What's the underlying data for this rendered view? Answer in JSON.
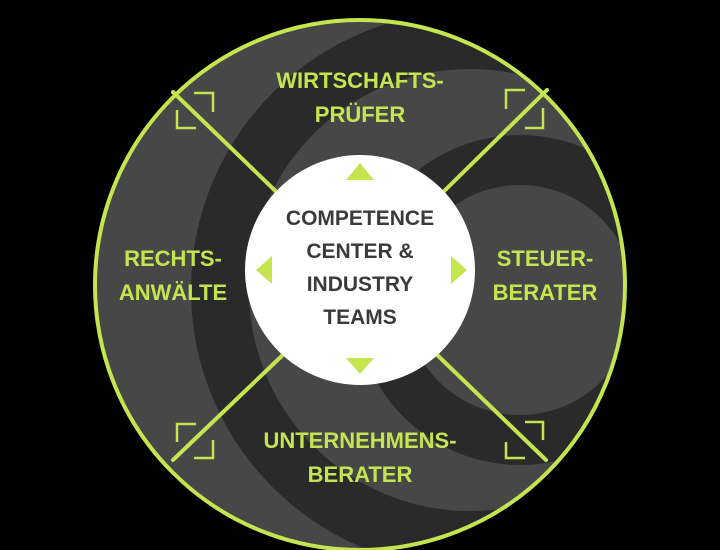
{
  "colors": {
    "background": "#000000",
    "disc": "#474747",
    "swirl": "#2a2a2a",
    "accent": "#c5e550",
    "center_fill": "#ffffff",
    "center_text": "#3a3a3a"
  },
  "center": {
    "lines": [
      "COMPETENCE",
      "CENTER &",
      "INDUSTRY",
      "TEAMS"
    ]
  },
  "segments": {
    "top": {
      "lines": [
        "WIRTSCHAFTS-",
        "PRÜFER"
      ]
    },
    "right": {
      "lines": [
        "STEUER-",
        "BERATER"
      ]
    },
    "bottom": {
      "lines": [
        "UNTERNEHMENS-",
        "BERATER"
      ]
    },
    "left": {
      "lines": [
        "RECHTS-",
        "ANWÄLTE"
      ]
    }
  },
  "icons": {
    "arrows": [
      "triangle-up-icon",
      "triangle-right-icon",
      "triangle-down-icon",
      "triangle-left-icon"
    ],
    "corners": [
      "corner-bracket-icon"
    ]
  }
}
